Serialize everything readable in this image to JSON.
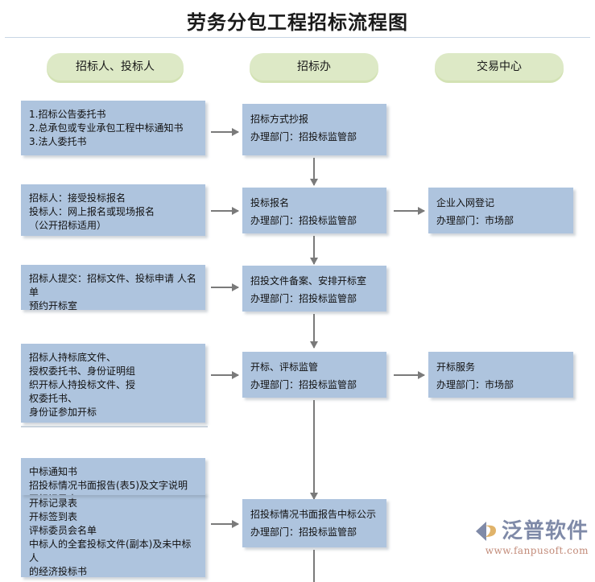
{
  "page": {
    "title": "劳务分包工程招标流程图",
    "bg_color": "#ffffff",
    "box_color": "#aec4de",
    "lane_color": "#dde9c6",
    "connector_color": "#7a7a7a"
  },
  "lanes": [
    {
      "label": "招标人、投标人"
    },
    {
      "label": "招标办"
    },
    {
      "label": "交易中心"
    }
  ],
  "boxes": {
    "r1_left": "1.招标公告委托书\n2.总承包或专业承包工程中标通知书\n3.法人委托书",
    "r1_mid": "招标方式抄报\n办理部门：招投标监管部",
    "r2_left": "招标人：接受投标报名\n投标人：网上报名或现场报名\n（公开招标适用）",
    "r2_mid": "投标报名\n办理部门：招投标监管部",
    "r2_right": "企业入网登记\n办理部门：市场部",
    "r3_left": "招标人提交：招标文件、投标申请 人名单\n预约开标室",
    "r3_mid": "招投文件备案、安排开标室\n办理部门：招投标监管部",
    "r4_left": "招标人持标底文件、\n授权委托书、身份证明组\n织开标人持投标文件、授\n权委托书、\n身份证参加开标",
    "r4_mid": "开标、评标监管\n办理部门：招投标监管部",
    "r4_right": "开标服务\n办理部门：市场部",
    "r5_left_top": "中标通知书\n招投标情况书面报告(表5)及文字说明\n开标记录表",
    "r5_left_bottom": "开标记录表\n开标签到表\n评标委员会名单\n中标人的全套投标文件(副本)及未中标人\n的经济投标书\n评标过程资料:专家打分表及汇总表等",
    "r5_mid": "招投标情况书面报告中标公示\n办理部门：招投标监管部"
  },
  "logo": {
    "brand": "泛普软件",
    "url": "www.fanpusoft.com",
    "mark_color": "#7f8aa8",
    "accent_color": "#e0b36a",
    "url_color": "#c28a78"
  }
}
